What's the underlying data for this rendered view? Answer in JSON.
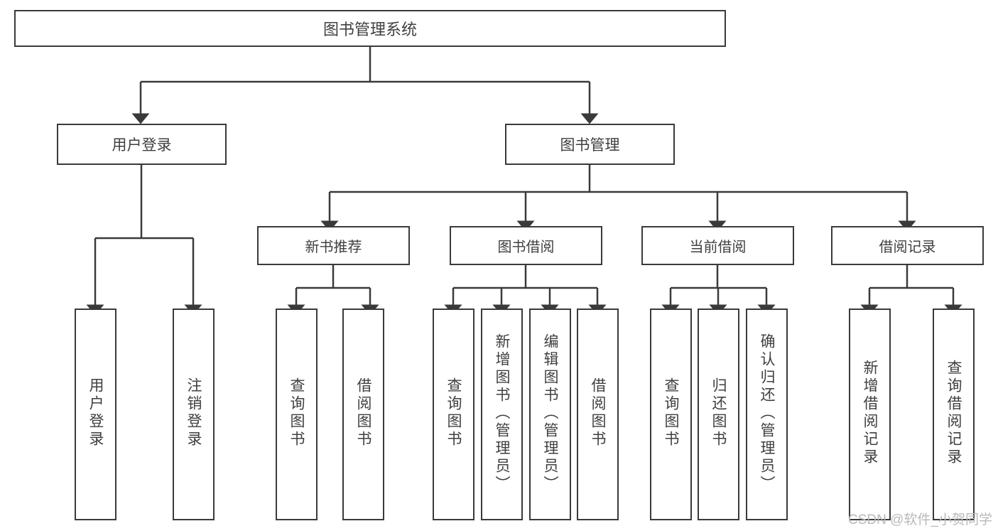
{
  "diagram": {
    "title": "图书管理系统",
    "type": "tree-hierarchy",
    "root": {
      "label": "图书管理系统"
    },
    "level1": [
      {
        "label": "用户登录"
      },
      {
        "label": "图书管理"
      }
    ],
    "level2": [
      {
        "label": "新书推荐"
      },
      {
        "label": "图书借阅"
      },
      {
        "label": "当前借阅"
      },
      {
        "label": "借阅记录"
      }
    ],
    "leaves": {
      "user_login": [
        {
          "label": "用户登录"
        },
        {
          "label": "注销登录"
        }
      ],
      "new_book_recommend": [
        {
          "label": "查询图书"
        },
        {
          "label": "借阅图书"
        }
      ],
      "book_borrow": [
        {
          "label": "查询图书"
        },
        {
          "label": "新增图书（管理员）"
        },
        {
          "label": "编辑图书（管理员）"
        },
        {
          "label": "借阅图书"
        }
      ],
      "current_borrow": [
        {
          "label": "查询图书"
        },
        {
          "label": "归还图书"
        },
        {
          "label": "确认归还（管理员）"
        }
      ],
      "borrow_record": [
        {
          "label": "新增借阅记录"
        },
        {
          "label": "查询借阅记录"
        }
      ]
    }
  },
  "watermark": {
    "text": "CSDN @软件_小贺同学"
  },
  "colors": {
    "border": "#3a3a3a",
    "text": "#3f3f3f",
    "background": "#ffffff",
    "watermark": "#b9b9b9"
  }
}
